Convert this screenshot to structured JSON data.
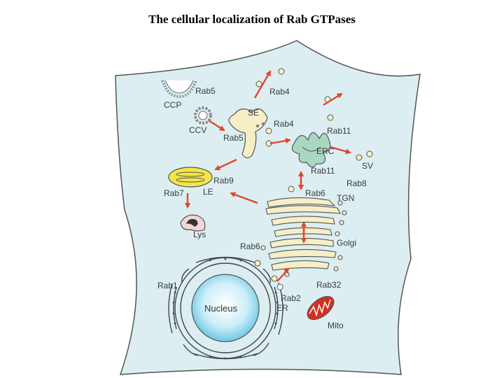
{
  "title": "The cellular localization of Rab GTPases",
  "labels": {
    "rab5_top": "Rab5",
    "ccp": "CCP",
    "rab4_top": "Rab4",
    "se": "SE",
    "ccv": "CCV",
    "rab4_mid": "Rab4",
    "rab11_top": "Rab11",
    "rab5_mid": "Rab5",
    "erc": "ERC",
    "sv": "SV",
    "rab11_mid": "Rab11",
    "rab8": "Rab8",
    "rab9": "Rab9",
    "rab7": "Rab7",
    "le": "LE",
    "rab6_top": "Rab6",
    "tgn": "TGN",
    "lys": "Lys",
    "rab6_mid": "Rab6",
    "golgi": "Golgi",
    "rab1": "Rab1",
    "rab32": "Rab32",
    "rab2": "Rab2",
    "nucleus": "Nucleus",
    "er": "ER",
    "mito": "Mito"
  },
  "colors": {
    "cell_fill": "#dceef2",
    "cell_stroke": "#555555",
    "arrow": "#e0482a",
    "organelle_fill": "#f6efc6",
    "organelle_stroke": "#555555",
    "erc_fill": "#a8d8c0",
    "le_fill": "#f2e64a",
    "mito_fill": "#d2311f",
    "nucleus_fill": "#bfe8f4"
  }
}
